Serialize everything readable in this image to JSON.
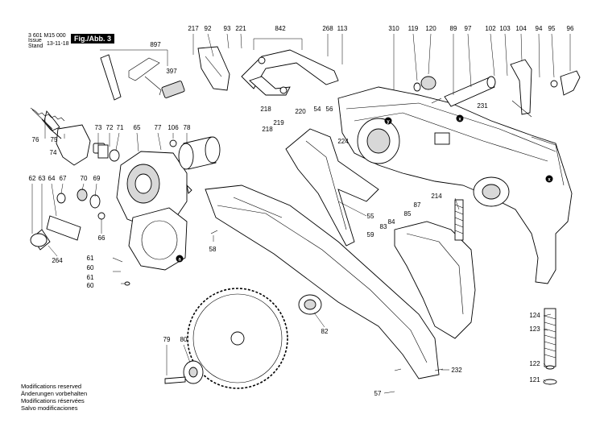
{
  "header": {
    "doc_number": "3 601 M15 000",
    "issue_label": "Issue",
    "stand_label": "Stand",
    "date": "13-11-18",
    "figure_tag": "Fig./Abb. 3"
  },
  "footer": {
    "lines": [
      "Modifications reserved",
      "Änderungen vorbehalten",
      "Modifications réservées",
      "Salvo modificaciones"
    ]
  },
  "callouts": {
    "c217": "217",
    "c92": "92",
    "c93": "93",
    "c221": "221",
    "c842": "842",
    "c268": "268",
    "c113": "113",
    "c310": "310",
    "c119": "119",
    "c120": "120",
    "c89": "89",
    "c97": "97",
    "c102": "102",
    "c103": "103",
    "c104": "104",
    "c94": "94",
    "c95": "95",
    "c96": "96",
    "c897": "897",
    "c397": "397",
    "c218a": "218",
    "c219": "219",
    "c220": "220",
    "c218b": "218",
    "c54": "54",
    "c56": "56",
    "c231": "231",
    "c76": "76",
    "c75": "75",
    "c74": "74",
    "c73": "73",
    "c72": "72",
    "c71": "71",
    "c65": "65",
    "c77": "77",
    "c106": "106",
    "c78": "78",
    "c224": "224",
    "c62": "62",
    "c63": "63",
    "c64": "64",
    "c67": "67",
    "c70": "70",
    "c69": "69",
    "c66": "66",
    "c264": "264",
    "c214": "214",
    "c55": "55",
    "c84": "84",
    "c83": "83",
    "c85": "85",
    "c87": "87",
    "c59": "59",
    "c58": "58",
    "c61a": "61",
    "c60a": "60",
    "c61b": "61",
    "c60b": "60",
    "c82": "82",
    "c124": "124",
    "c123": "123",
    "c79": "79",
    "c80": "80",
    "c232": "232",
    "c122": "122",
    "c57": "57",
    "c121": "121"
  },
  "markers": {
    "y": "y",
    "x1": "x",
    "x2": "x",
    "a": "a"
  }
}
